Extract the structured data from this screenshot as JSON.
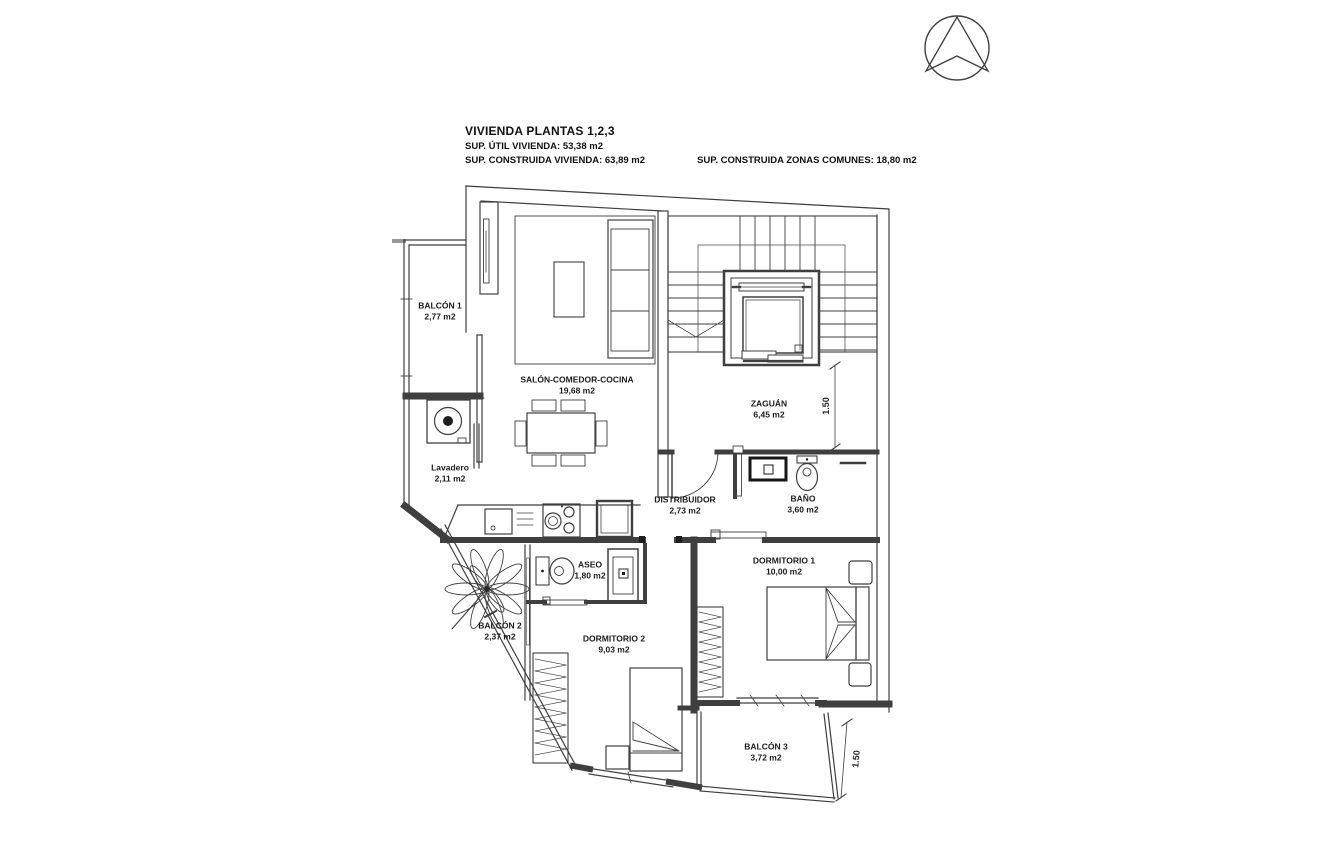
{
  "title_block": {
    "title": "VIVIENDA PLANTAS 1,2,3",
    "util": "SUP. ÚTIL VIVIENDA: 53,38 m2",
    "construida": "SUP. CONSTRUIDA VIVIENDA: 63,89 m2",
    "comunes": "SUP. CONSTRUIDA ZONAS COMUNES: 18,80 m2"
  },
  "rooms": [
    {
      "name": "BALCÓN 1",
      "area": "2,77 m2"
    },
    {
      "name": "SALÓN-COMEDOR-COCINA",
      "area": "19,68 m2"
    },
    {
      "name": "ZAGUÁN",
      "area": "6,45 m2"
    },
    {
      "name": "Lavadero",
      "area": "2,11 m2"
    },
    {
      "name": "DISTRIBUIDOR",
      "area": "2,73 m2"
    },
    {
      "name": "BAÑO",
      "area": "3,60 m2"
    },
    {
      "name": "ASEO",
      "area": "1,80 m2"
    },
    {
      "name": "DORMITORIO 1",
      "area": "10,00 m2"
    },
    {
      "name": "BALCÓN 2",
      "area": "2,37 m2"
    },
    {
      "name": "DORMITORIO 2",
      "area": "9,03 m2"
    },
    {
      "name": "BALCÓN 3",
      "area": "3,72 m2"
    }
  ],
  "dimensions": {
    "zaguan": "1.50",
    "balcon3": "1.50"
  },
  "icons": {
    "north_arrow": "north-arrow-icon"
  },
  "colors": {
    "line": "#3f3f3f",
    "dark_fixture": "#1e1e1e",
    "paper": "#ffffff"
  }
}
